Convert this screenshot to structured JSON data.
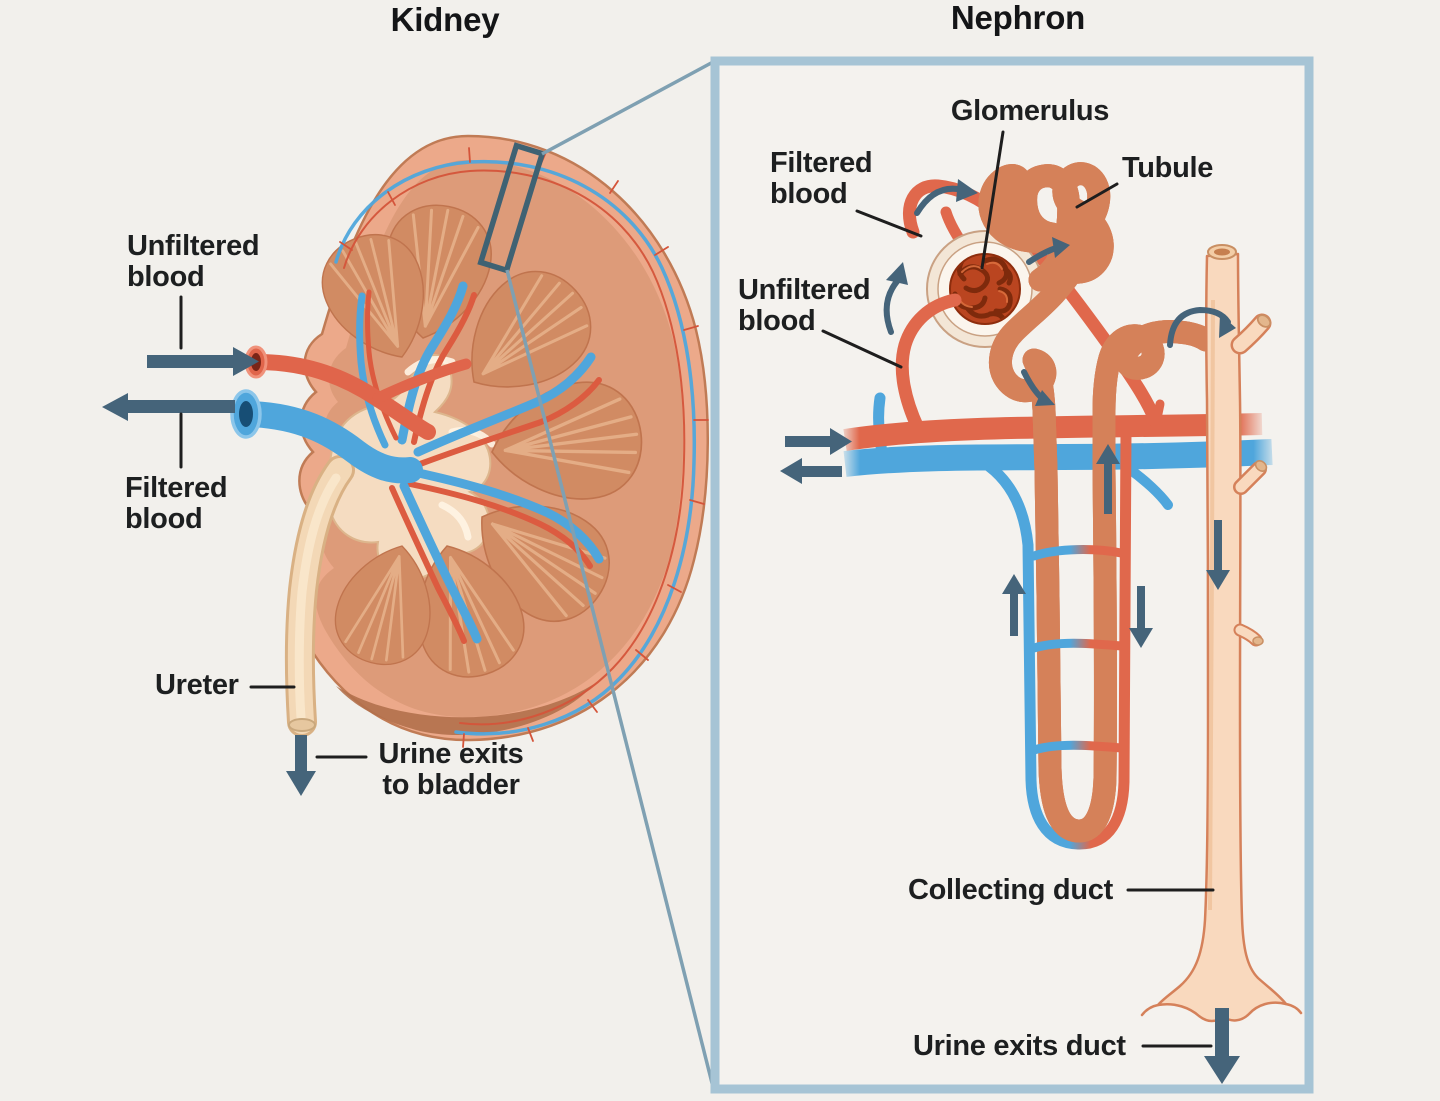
{
  "kidney_panel": {
    "title": "Kidney",
    "labels": {
      "unfiltered_blood": {
        "line1": "Unfiltered",
        "line2": "blood"
      },
      "filtered_blood": {
        "line1": "Filtered",
        "line2": "blood"
      },
      "ureter": "Ureter",
      "urine_exits": {
        "line1": "Urine exits",
        "line2": "to bladder"
      }
    }
  },
  "nephron_panel": {
    "title": "Nephron",
    "labels": {
      "glomerulus": "Glomerulus",
      "filtered_blood": {
        "line1": "Filtered",
        "line2": "blood"
      },
      "tubule": "Tubule",
      "unfiltered_blood": {
        "line1": "Unfiltered",
        "line2": "blood"
      },
      "collecting_duct": "Collecting duct",
      "urine_exits_duct": "Urine exits duct"
    }
  },
  "icons": {
    "flow_arrows": "dark slate directional flow arrows",
    "zoom_rectangle": "inset-source rectangle on kidney linked to nephron box"
  },
  "colors": {
    "background": "#F2F0EC",
    "box_border": "#A6C4D5",
    "connector_line": "#7FA0B2",
    "zoom_rect": "#3F6273",
    "artery_red": "#E0684C",
    "vein_blue": "#4FA6DC",
    "tubule_fill": "#FBDDC2",
    "tubule_outline": "#D5815A",
    "duct_fill": "#F9D9BE",
    "glomerulus_dark": "#BA4520",
    "glomerulus_strand": "#7E2A0C",
    "kidney_capsule": "#ECA98A",
    "kidney_cortex": "#DD9B79",
    "pyramid": "#D18B63",
    "pelvis_cream": "#F5DCC1",
    "ureter_cream": "#F3D8B6",
    "arrow_slate": "#45647A",
    "label_text": "#1D1F20"
  }
}
